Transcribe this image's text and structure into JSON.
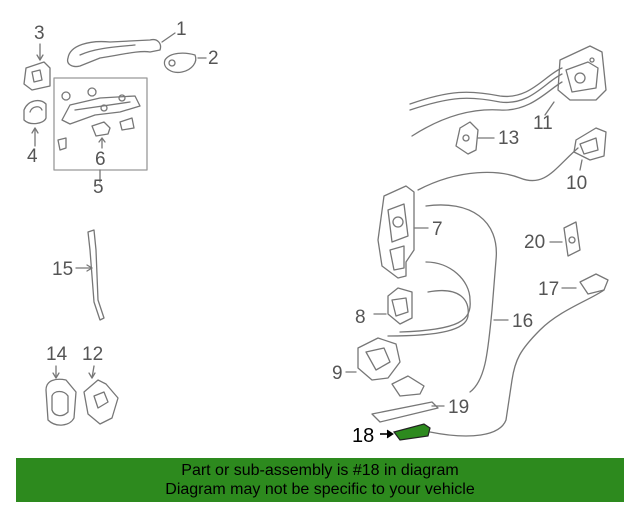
{
  "callouts": {
    "c1": "1",
    "c2": "2",
    "c3": "3",
    "c4": "4",
    "c5": "5",
    "c6": "6",
    "c7": "7",
    "c8": "8",
    "c9": "9",
    "c10": "10",
    "c11": "11",
    "c12": "12",
    "c13": "13",
    "c14": "14",
    "c15": "15",
    "c16": "16",
    "c17": "17",
    "c18": "18",
    "c19": "19",
    "c20": "20"
  },
  "highlight": {
    "part_number": "18",
    "color": "#2d8a1e"
  },
  "banner": {
    "line1": "Part or sub-assembly is #18 in diagram",
    "line2": "Diagram may not be specific to your vehicle",
    "background": "#2d8a1e"
  },
  "colors": {
    "line_art": "#777777",
    "text": "#555555"
  }
}
